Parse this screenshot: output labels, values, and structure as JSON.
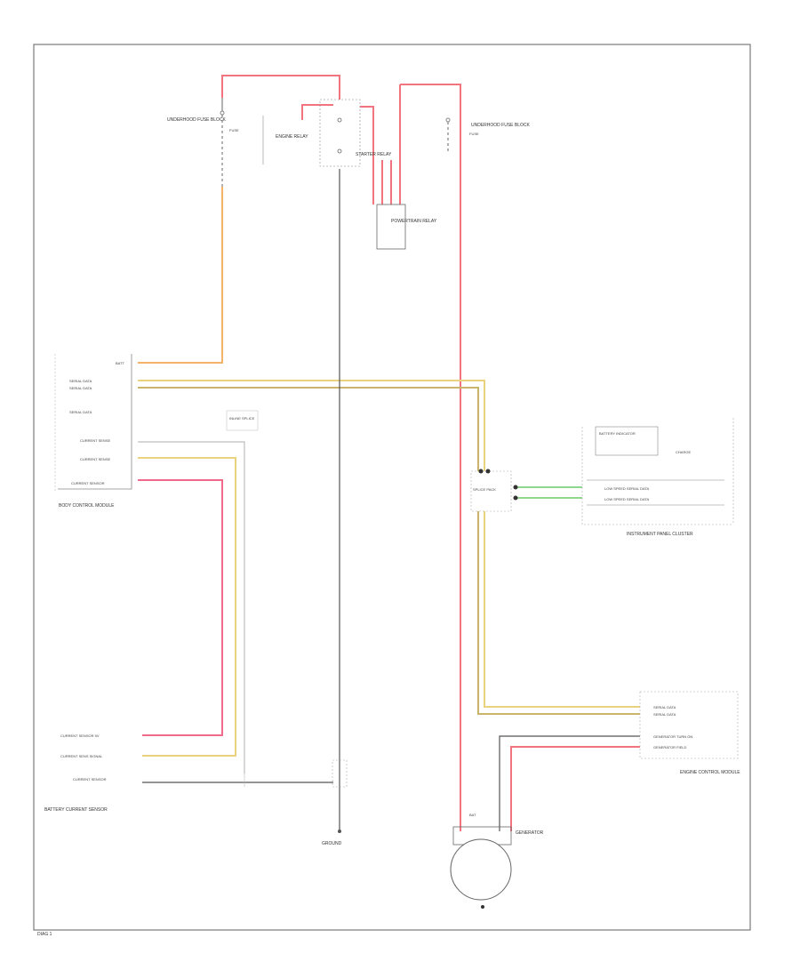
{
  "colors": {
    "frame": "#7a7a7a",
    "red_wire": "#f2747f",
    "orange_wire": "#f5b36a",
    "yellow_wire": "#ead27f",
    "yellow_wire_dark": "#c9b46a",
    "pink_wire": "#f06a8a",
    "green_wire": "#8ed88e",
    "black_wire": "#555555",
    "gray_wire": "#bdbdbd",
    "component": "#666666"
  },
  "icons": {
    "generator": "generator-circle-icon",
    "ground": "ground-dot-icon",
    "switch": "switch-contact-icon"
  },
  "labels": {
    "fuse_block_top": "UNDERHOOD FUSE BLOCK",
    "fuse_block_right": "UNDERHOOD FUSE BLOCK",
    "engine_relay": "ENGINE RELAY",
    "starter_relay": "STARTER RELAY",
    "powertrain_relay": "POWERTRAIN RELAY",
    "fuse_center": "FUSE",
    "fuse_right": "FUSE",
    "bcm": "BODY CONTROL MODULE",
    "bcm_pin_batt": "BATT",
    "bcm_pin_serial1": "SERIAL DATA",
    "bcm_pin_serial2": "SERIAL DATA",
    "bcm_pin_serial3": "SERIAL DATA",
    "bcm_pin_sense1": "CURRENT SENSE",
    "bcm_pin_sense2": "CURRENT SENSE",
    "bcm_pin_sensor": "CURRENT SENSOR",
    "bcm_inline": "INLINE SPLICE",
    "sensor_pin1": "CURRENT SENSOR 5V",
    "sensor_pin2": "CURRENT SENS SIGNAL",
    "sensor_pin3": "CURRENT SENSOR",
    "sensor_module": "BATTERY CURRENT SENSOR",
    "ground_label": "GROUND",
    "splice_pack": "SPLICE PACK",
    "ipc_top": "BATTERY INDICATOR",
    "ipc_sub": "CHARGE",
    "ipc_row1": "LOW SPEED SERIAL DATA",
    "ipc_row2": "LOW SPEED SERIAL DATA",
    "ipc_name": "INSTRUMENT PANEL CLUSTER",
    "ecm_row1": "SERIAL DATA",
    "ecm_row2": "SERIAL DATA",
    "ecm_row3": "GENERATOR TURN ON",
    "ecm_row4": "GENERATOR FIELD",
    "ecm_name": "ENGINE CONTROL MODULE",
    "generator": "GENERATOR",
    "generator_sub": "BAT",
    "footer": "DIAG 1"
  }
}
